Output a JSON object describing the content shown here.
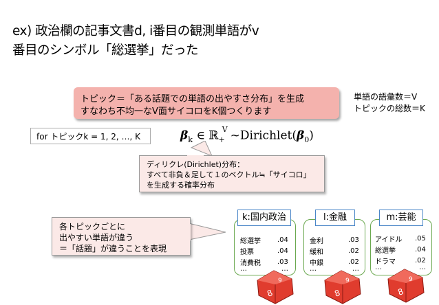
{
  "title": {
    "line1": "ex) 政治欄の記事文書d, i番目の観測単語がv",
    "line2": "番目のシンボル「総選挙」だった"
  },
  "banner": {
    "line1": "トピック＝「ある話題での単語の出やすさ分布」を生成",
    "line2": "すなわち不均一なV面サイコロをK個つくります"
  },
  "side": {
    "line1": "単語の語彙数＝V",
    "line2": "トピックの総数＝K"
  },
  "for_label": "for トピックk = 1, 2, …, K",
  "formula": {
    "beta_k": "β",
    "k": "k",
    "in": " ∈ ℝ",
    "plus": "+",
    "V": "V",
    "dist": "~Dirichlet(",
    "beta0": "β",
    "zero": "0",
    "close": ")"
  },
  "dirichlet_callout": {
    "line1": "ディリクレ(Dirichlet)分布：",
    "line2": "すべて非負＆足して１のベクトル≒「サイコロ」",
    "line3": "を生成する確率分布"
  },
  "topic_callout": {
    "line1": "各トピックごとに",
    "line2": "出やすい単語が違う",
    "line3": "＝「話題」が違うことを表現"
  },
  "topics": [
    {
      "label": "k:国内政治",
      "words": [
        {
          "word": "総選挙",
          "prob": ".04"
        },
        {
          "word": "投票",
          "prob": ".04"
        },
        {
          "word": "消費税",
          "prob": ".03"
        },
        {
          "word": "…",
          "prob": "…"
        }
      ]
    },
    {
      "label": "l:金融",
      "words": [
        {
          "word": "金利",
          "prob": ".03"
        },
        {
          "word": "緩和",
          "prob": ".02"
        },
        {
          "word": "中銀",
          "prob": ".02"
        },
        {
          "word": "…",
          "prob": "…"
        }
      ]
    },
    {
      "label": "m:芸能",
      "words": [
        {
          "word": "アイドル",
          "prob": ".05"
        },
        {
          "word": "総選挙",
          "prob": ".04"
        },
        {
          "word": "ドラマ",
          "prob": ".02"
        },
        {
          "word": "…",
          "prob": "…"
        }
      ]
    }
  ],
  "colors": {
    "banner_fill": "#f4b2ad",
    "callout_fill": "#fbe9e7",
    "topic_border": "#6aa84f",
    "label_border": "#4a86c8",
    "die_fill": "#e03c2e"
  }
}
